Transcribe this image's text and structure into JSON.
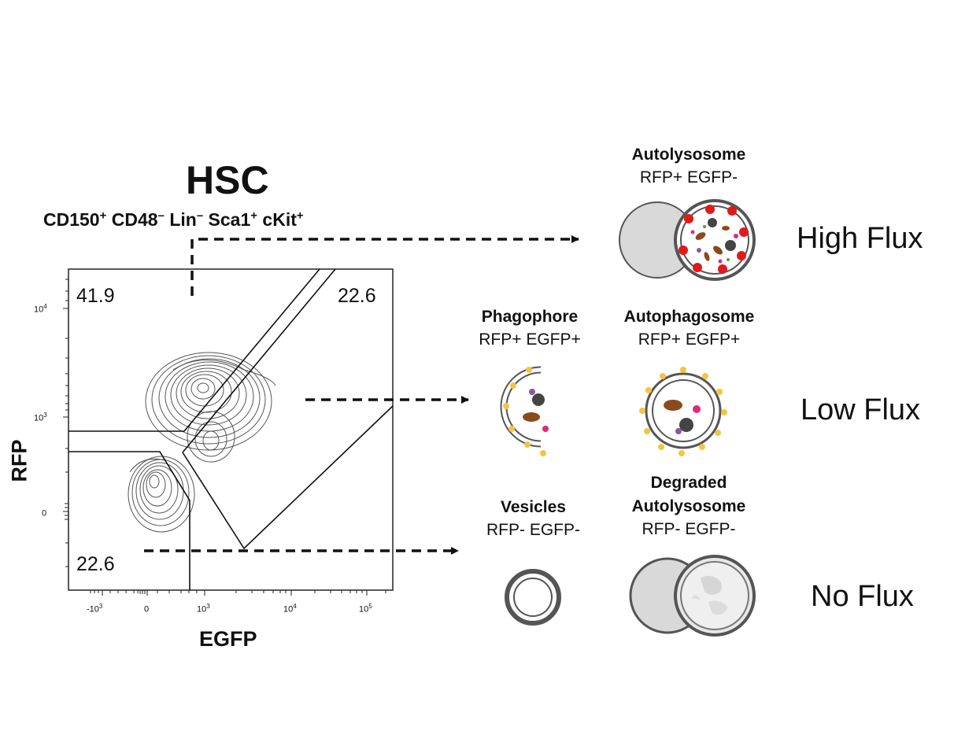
{
  "header": {
    "title": "HSC",
    "markers": [
      {
        "base": "CD150",
        "sup": "+"
      },
      {
        "base": "CD48",
        "sup": "–"
      },
      {
        "base": "Lin",
        "sup": "–"
      },
      {
        "base": "Sca1",
        "sup": "+"
      },
      {
        "base": "cKit",
        "sup": "+"
      }
    ]
  },
  "plot": {
    "x_axis_label": "EGFP",
    "y_axis_label": "RFP",
    "quadrant_values": {
      "top_left": "41.9",
      "top_right": "22.6",
      "bottom_left": "22.6"
    },
    "x_ticks": [
      {
        "base": "-10",
        "exp": "3"
      },
      {
        "base": "0",
        "exp": ""
      },
      {
        "base": "10",
        "exp": "3"
      },
      {
        "base": "10",
        "exp": "4"
      },
      {
        "base": "10",
        "exp": "5"
      }
    ],
    "y_ticks": [
      {
        "base": "10",
        "exp": "4"
      },
      {
        "base": "10",
        "exp": "3"
      },
      {
        "base": "0",
        "exp": ""
      }
    ]
  },
  "stages": {
    "autolysosome": {
      "name": "Autolysosome",
      "status": "RFP+ EGFP-"
    },
    "phagophore": {
      "name": "Phagophore",
      "status": "RFP+ EGFP+"
    },
    "autophagosome": {
      "name": "Autophagosome",
      "status": "RFP+ EGFP+"
    },
    "vesicles": {
      "name": "Vesicles",
      "status": "RFP- EGFP-"
    },
    "degraded": {
      "name_line1": "Degraded",
      "name_line2": "Autolysosome",
      "status": "RFP- EGFP-"
    }
  },
  "flux_labels": {
    "high": "High Flux",
    "low": "Low Flux",
    "none": "No Flux"
  },
  "colors": {
    "red": "#e0191b",
    "yellow": "#f4c542",
    "magenta": "#e0287c",
    "brown": "#8b4a1c",
    "purple": "#8a5aa0",
    "gray_light": "#d9d9d9",
    "gray_dark": "#555555"
  }
}
